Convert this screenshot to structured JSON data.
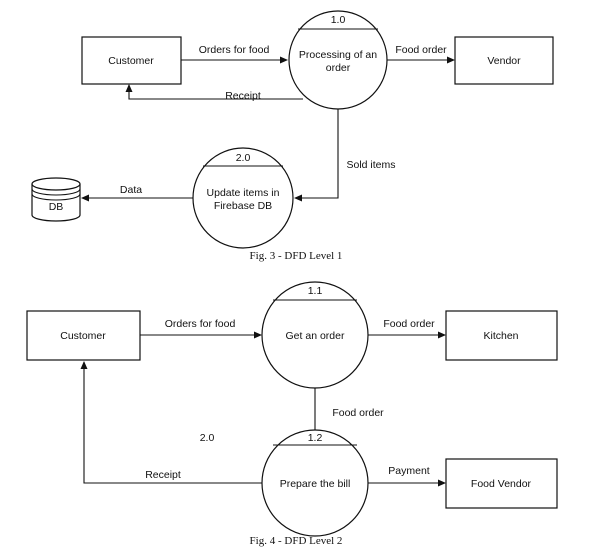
{
  "level1": {
    "customer": "Customer",
    "vendor": "Vendor",
    "db": "DB",
    "process1": {
      "id": "1.0",
      "label_line1": "Processing of an",
      "label_line2": "order"
    },
    "process2": {
      "id": "2.0",
      "label_line1": "Update items in",
      "label_line2": "Firebase DB"
    },
    "flows": {
      "orders_for_food": "Orders for food",
      "food_order": "Food order",
      "receipt": "Receipt",
      "sold_items": "Sold items",
      "data": "Data"
    },
    "caption": "Fig. 3 - DFD Level 1"
  },
  "level2": {
    "customer": "Customer",
    "kitchen": "Kitchen",
    "food_vendor": "Food Vendor",
    "process1": {
      "id": "1.1",
      "label": "Get an order"
    },
    "process2": {
      "id": "1.2",
      "label": "Prepare the bill"
    },
    "stray_label": "2.0",
    "flows": {
      "orders_for_food": "Orders for food",
      "food_order_out": "Food order",
      "food_order_down": "Food order",
      "receipt": "Receipt",
      "payment": "Payment"
    },
    "caption": "Fig. 4 - DFD Level 2"
  },
  "colors": {
    "stroke": "#111111",
    "background": "#ffffff"
  }
}
